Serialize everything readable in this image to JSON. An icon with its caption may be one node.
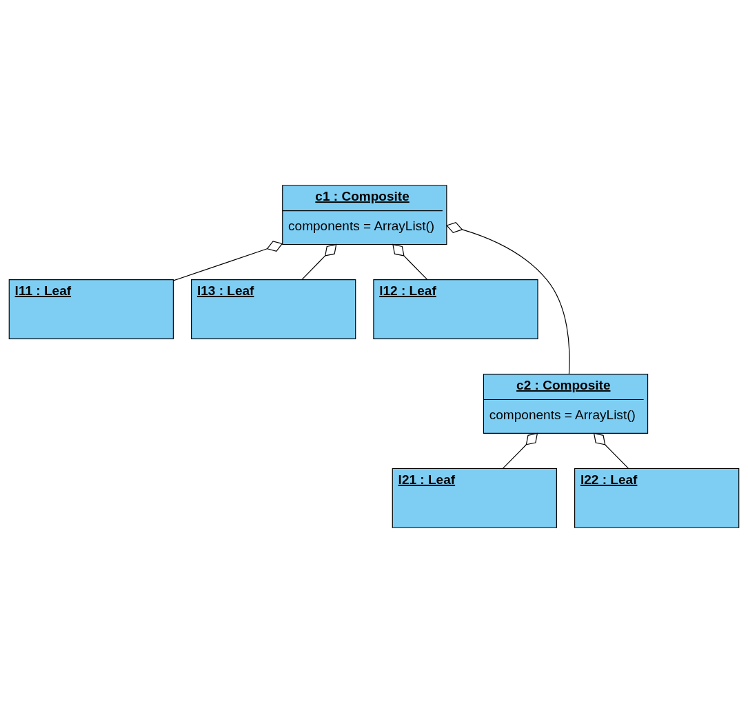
{
  "diagram": {
    "nodes": [
      {
        "text": [
          "c1 : Composite",
          "components = ArrayList()"
        ]
      },
      {
        "text": [
          "l11 : Leaf"
        ]
      },
      {
        "text": [
          "l13 : Leaf"
        ]
      },
      {
        "text": [
          "l12 : Leaf"
        ]
      },
      {
        "text": [
          "c2 : Composite",
          "components = ArrayList()"
        ]
      },
      {
        "text": [
          "l21 : Leaf"
        ]
      },
      {
        "text": [
          "l22 : Leaf"
        ]
      }
    ],
    "edges": [
      {
        "from": 0,
        "to": 1,
        "arrow": "other"
      },
      {
        "from": 0,
        "to": 2,
        "arrow": "other"
      },
      {
        "from": 0,
        "to": 4,
        "arrow": "other"
      },
      {
        "from": 0,
        "to": 3,
        "arrow": "other"
      },
      {
        "from": 4,
        "to": 5,
        "arrow": "other"
      },
      {
        "from": 4,
        "to": 6,
        "arrow": "other"
      }
    ]
  }
}
